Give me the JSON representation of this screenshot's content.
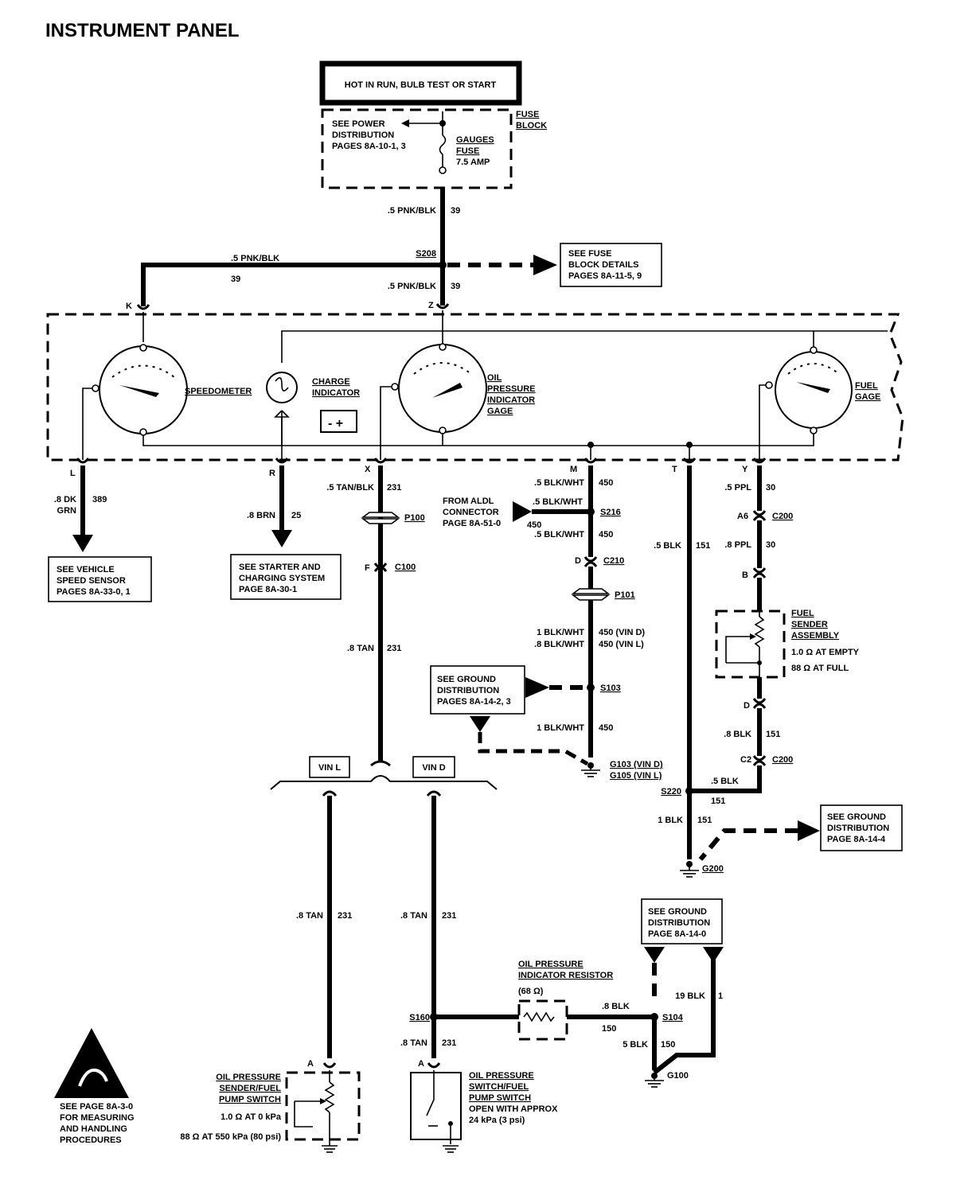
{
  "title": "INSTRUMENT PANEL",
  "power_box": "HOT IN RUN, BULB TEST OR START",
  "fuse_block": {
    "label": [
      "FUSE",
      "BLOCK"
    ],
    "see_power": [
      "SEE POWER",
      "DISTRIBUTION",
      "PAGES 8A-10-1, 3"
    ],
    "fuse": [
      "GAUGES",
      "FUSE",
      "7.5 AMP"
    ]
  },
  "refs": {
    "fuse_details": [
      "SEE FUSE",
      "BLOCK DETAILS",
      "PAGES 8A-11-5, 9"
    ],
    "speed_sensor": [
      "SEE VEHICLE",
      "SPEED SENSOR",
      "PAGES 8A-33-0, 1"
    ],
    "starter": [
      "SEE STARTER AND",
      "CHARGING SYSTEM",
      "PAGE 8A-30-1"
    ],
    "aldl": [
      "FROM ALDL",
      "CONNECTOR",
      "PAGE 8A-51-0"
    ],
    "ground_s103": [
      "SEE GROUND",
      "DISTRIBUTION",
      "PAGES 8A-14-2, 3"
    ],
    "ground_g200": [
      "SEE GROUND",
      "DISTRIBUTION",
      "PAGE 8A-14-4"
    ],
    "ground_g100": [
      "SEE GROUND",
      "DISTRIBUTION",
      "PAGE 8A-14-0"
    ],
    "esd": [
      "SEE PAGE 8A-3-0",
      "FOR MEASURING",
      "AND HANDLING",
      "PROCEDURES"
    ]
  },
  "components": {
    "speedometer": "SPEEDOMETER",
    "charge": [
      "CHARGE",
      "INDICATOR"
    ],
    "oil_gage": [
      "OIL",
      "PRESSURE",
      "INDICATOR",
      "GAGE"
    ],
    "fuel_gage": [
      "FUEL",
      "GAGE"
    ],
    "fuel_sender": [
      "FUEL",
      "SENDER",
      "ASSEMBLY"
    ],
    "fuel_sender_vals": [
      "1.0 Ω AT EMPTY",
      "88 Ω AT FULL"
    ],
    "oil_resistor": [
      "OIL PRESSURE",
      "INDICATOR RESISTOR"
    ],
    "oil_resistor_val": "(68 Ω)",
    "oil_sender": [
      "OIL PRESSURE",
      "SENDER/FUEL",
      "PUMP SWITCH"
    ],
    "oil_sender_vals": [
      "1.0 Ω AT 0 kPa",
      "88 Ω AT 550 kPa (80 psi)"
    ],
    "oil_switch": [
      "OIL PRESSURE",
      "SWITCH/FUEL",
      "PUMP SWITCH"
    ],
    "oil_switch_vals": [
      "OPEN WITH APPROX",
      "24 kPa (3 psi)"
    ],
    "vin_l": "VIN L",
    "vin_d": "VIN D"
  },
  "wires": {
    "w39_a": ".5 PNK/BLK",
    "c39": "39",
    "w231_a": ".5 TAN/BLK",
    "c231": "231",
    "w231_b": ".8 TAN",
    "w389_a": ".8 DK",
    "w389_b": "GRN",
    "c389": "389",
    "w25": ".8 BRN",
    "c25": "25",
    "w450_a": ".5 BLK/WHT",
    "c450": "450",
    "w450_d": "1 BLK/WHT",
    "c450_d": "450  (VIN D)",
    "w450_l": ".8 BLK/WHT",
    "c450_l": "450  (VIN L)",
    "w151_a": ".5 BLK",
    "c151": "151",
    "w151_b": ".8 BLK",
    "w151_c": "1 BLK",
    "w30_a": ".5 PPL",
    "w30_b": ".8 PPL",
    "c30": "30",
    "w150_a": ".8 BLK",
    "w150_b": "5 BLK",
    "c150": "150",
    "w1": "19 BLK",
    "c1": "1"
  },
  "connectors": {
    "s208": "S208",
    "s216": "S216",
    "s103": "S103",
    "s220": "S220",
    "s160": "S160",
    "s104": "S104",
    "p100": "P100",
    "p101": "P101",
    "c100": "C100",
    "c210": "C210",
    "c200": "C200",
    "g103": "G103  (VIN D)",
    "g105": "G105  (VIN L)",
    "g200": "G200",
    "g100": "G100",
    "pins": {
      "K": "K",
      "Z": "Z",
      "L": "L",
      "R": "R",
      "X": "X",
      "M": "M",
      "T": "T",
      "Y": "Y",
      "F": "F",
      "D": "D",
      "A6": "A6",
      "B": "B",
      "C2": "C2",
      "A": "A"
    }
  }
}
